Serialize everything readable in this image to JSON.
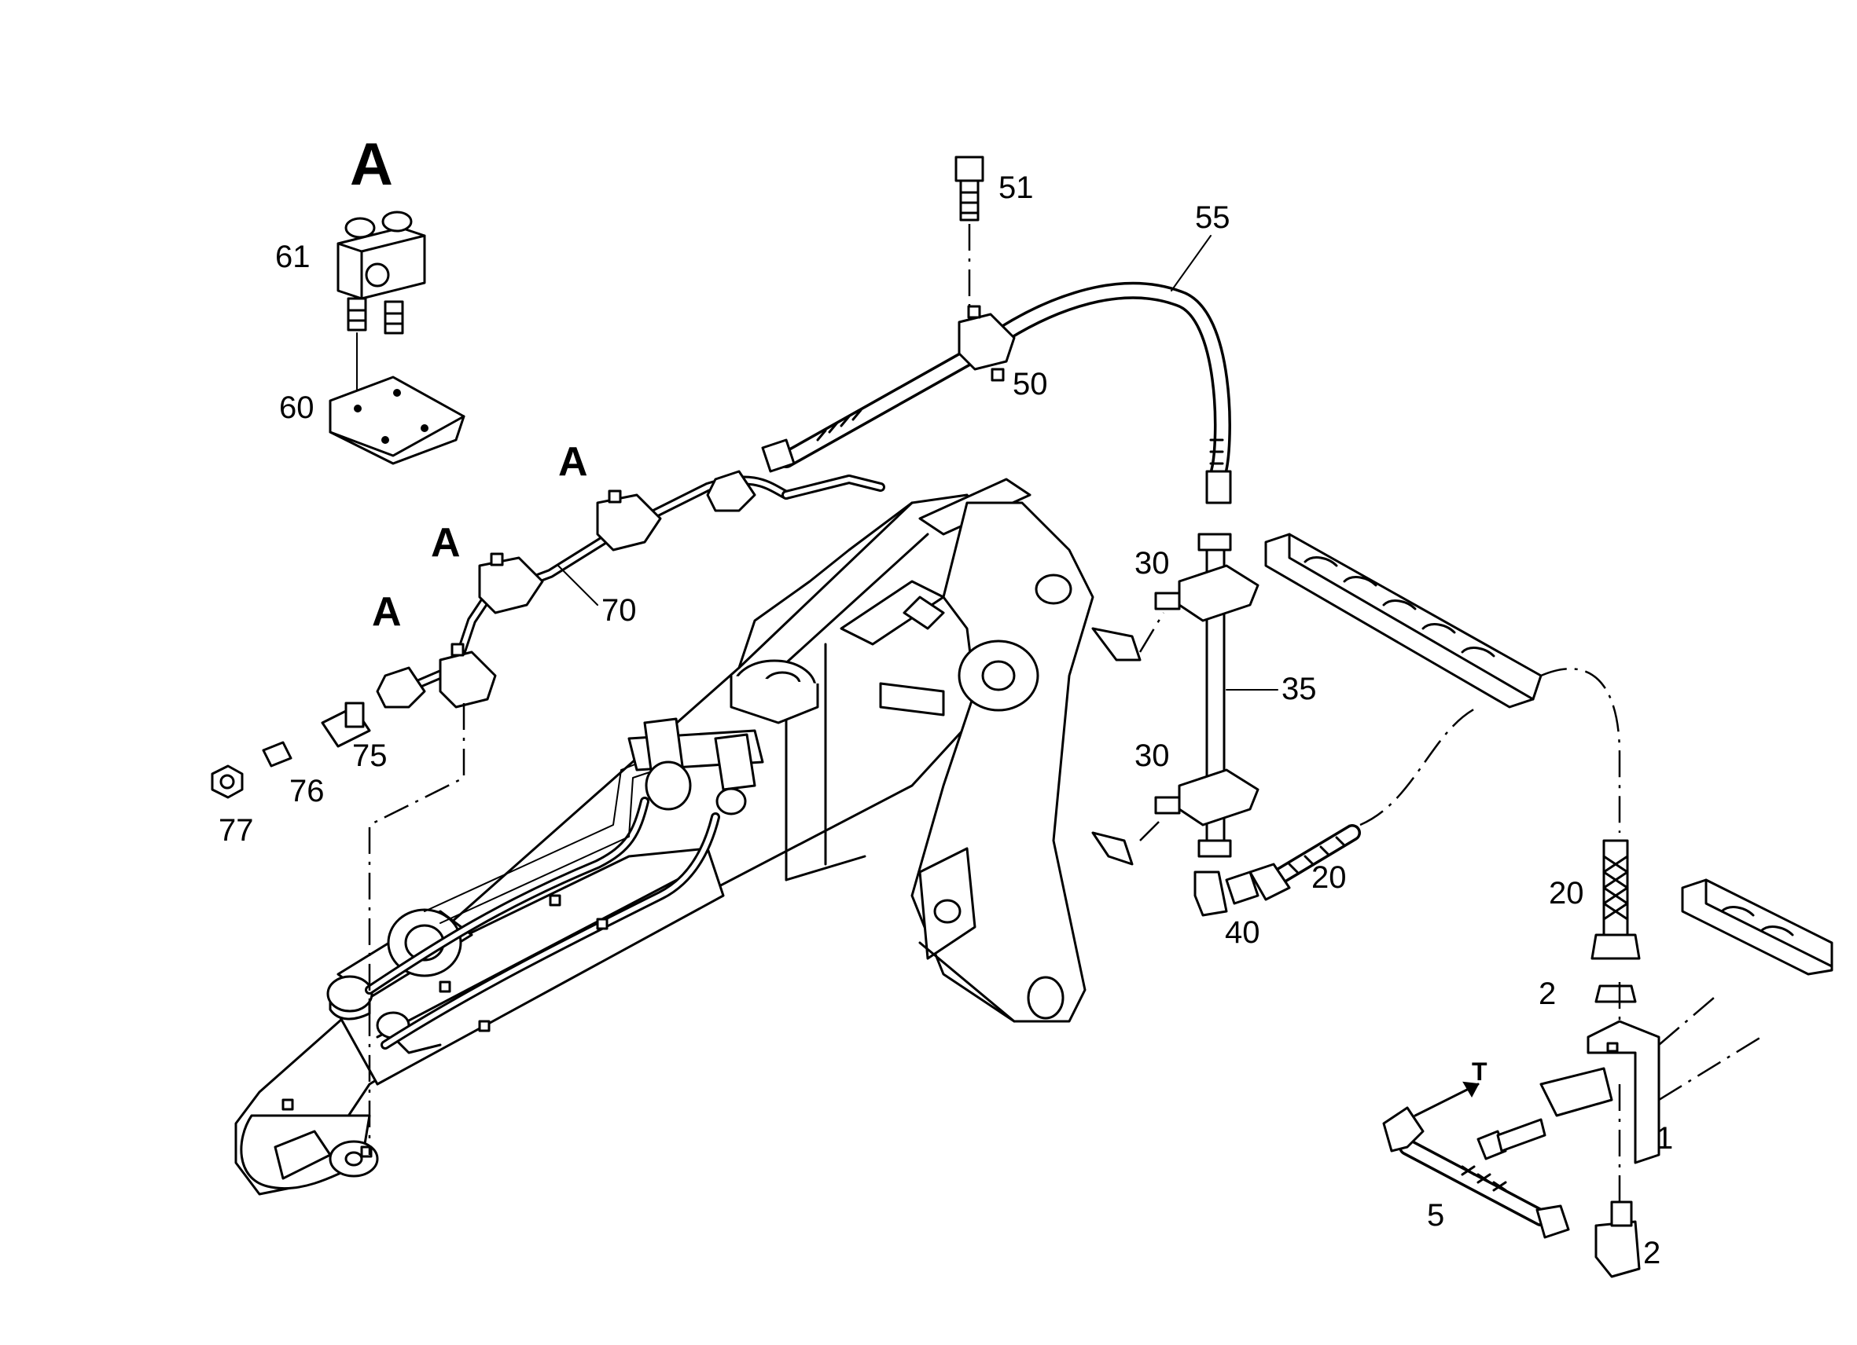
{
  "diagram": {
    "section_title": "A",
    "detail_markers": [
      "A",
      "A",
      "A"
    ],
    "part_labels": {
      "p1": "1",
      "p2a": "2",
      "p2b": "2",
      "p5": "5",
      "p20a": "20",
      "p20b": "20",
      "p30a": "30",
      "p30b": "30",
      "p35": "35",
      "p40": "40",
      "p50": "50",
      "p51": "51",
      "p55": "55",
      "p60": "60",
      "p61": "61",
      "p70": "70",
      "p75": "75",
      "p76": "76",
      "p77": "77"
    },
    "direction_label": "T"
  }
}
